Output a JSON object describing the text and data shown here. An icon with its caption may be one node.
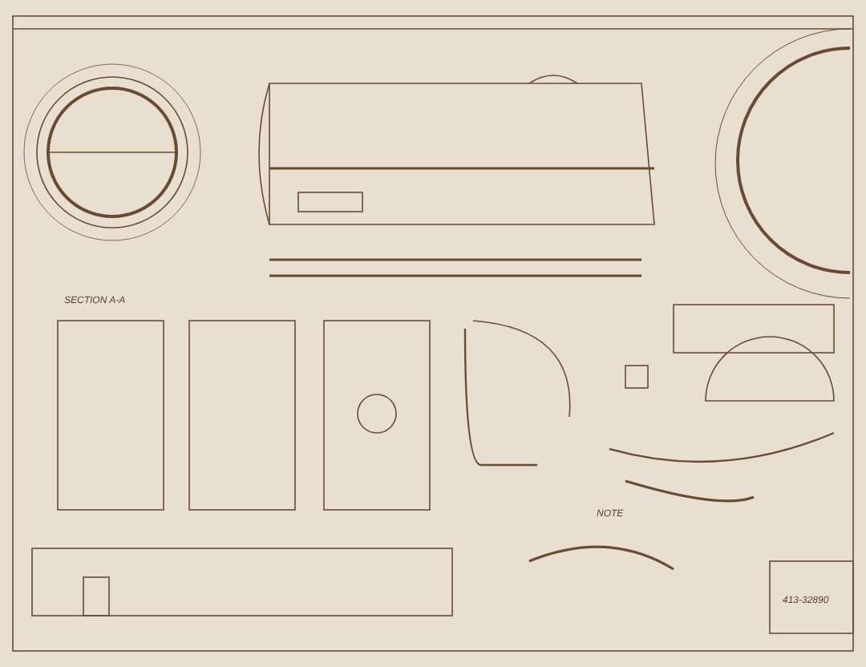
{
  "diagram": {
    "labels": [
      "SECTION A-A",
      "NOTE",
      "413-32890"
    ]
  }
}
